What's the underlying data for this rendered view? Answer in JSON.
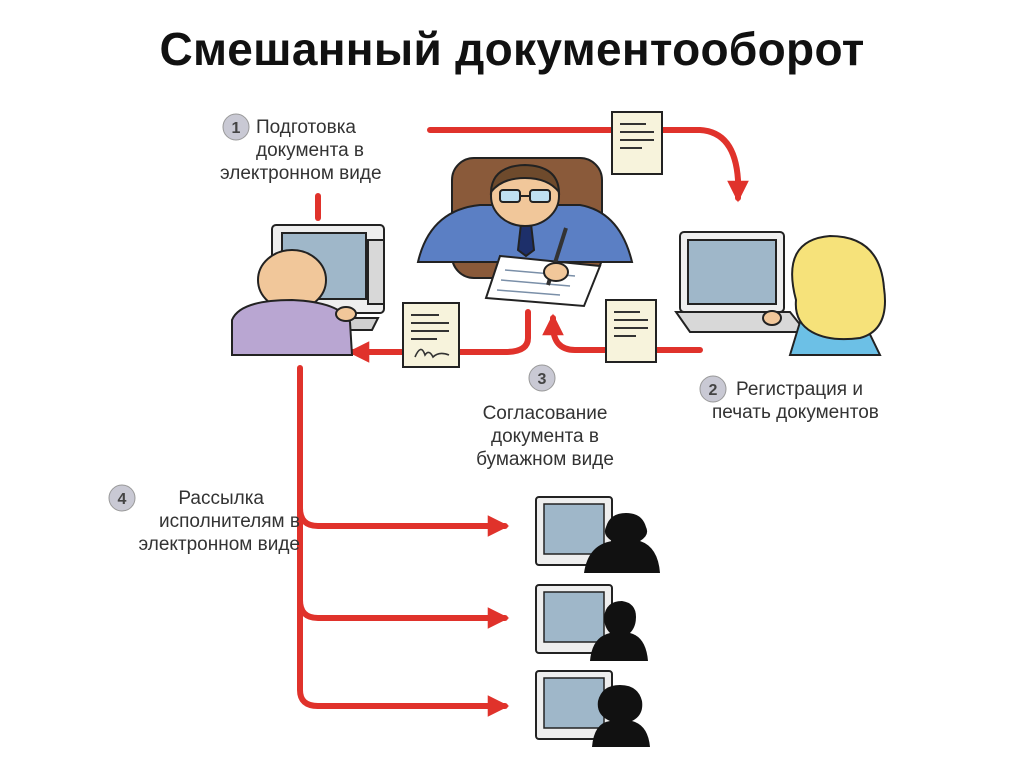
{
  "title": "Смешанный документооборот",
  "steps": [
    {
      "number": "1",
      "lines": [
        "Подготовка",
        "документа в",
        "электронном виде"
      ]
    },
    {
      "number": "2",
      "lines": [
        "Регистрация и",
        "печать документов"
      ]
    },
    {
      "number": "3",
      "lines": [
        "Согласование",
        "документа в",
        "бумажном виде"
      ]
    },
    {
      "number": "4",
      "lines": [
        "Рассылка",
        "исполнителям в",
        "электронном виде"
      ]
    }
  ],
  "colors": {
    "arrow": "#e0322b",
    "badge": "#c9c9d4",
    "monitor_screen": "#9fb7c9",
    "monitor_body": "#eeeeee",
    "paper": "#f7f3dc",
    "manager_suit": "#5b7fc4",
    "chair": "#8a5a3a",
    "user_shirt": "#b9a6d2",
    "woman_hair": "#f6e27a",
    "woman_shirt": "#6cc0e6",
    "skin": "#f1c79a",
    "silhouette": "#111111"
  }
}
